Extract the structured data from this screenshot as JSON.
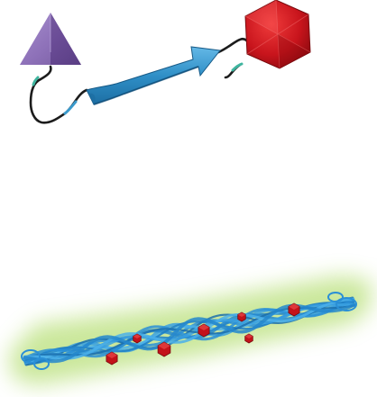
{
  "figure": {
    "top_panel": {
      "elements": [
        {
          "name": "triangle-icon",
          "shape": "triangle",
          "color": "#7a5aa8"
        },
        {
          "name": "linker-strand",
          "shape": "curve",
          "color": "#1c1c1c"
        },
        {
          "name": "beta-strand-arrow",
          "shape": "arrow-ribbon",
          "color": "#2f8fc7"
        },
        {
          "name": "hexagon-icon",
          "shape": "hexagon",
          "color": "#c8141c"
        }
      ]
    },
    "bottom_panel": {
      "elements": [
        {
          "name": "glow-halo",
          "shape": "blurred-ellipse",
          "color": "#b9e07a"
        },
        {
          "name": "fiber-bundle",
          "shape": "twisted-ribbons",
          "color": "#2a8fd6"
        },
        {
          "name": "cube-decorations",
          "shape": "cubes",
          "color": "#c3121a"
        }
      ]
    }
  }
}
